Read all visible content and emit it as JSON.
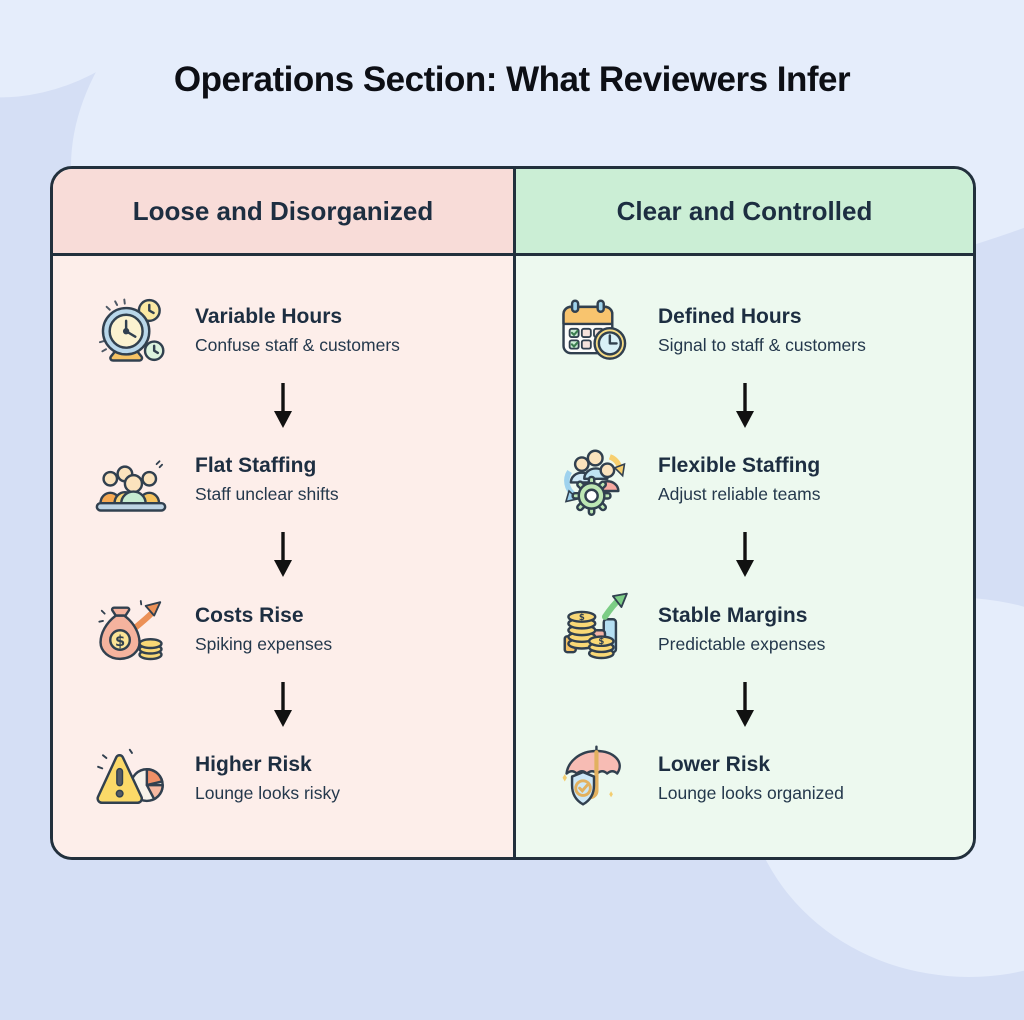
{
  "title": "Operations Section: What Reviewers Infer",
  "table": {
    "left_column": {
      "header": "Loose and Disorganized",
      "items": [
        {
          "icon": "alarm-clock-icon",
          "title": "Variable Hours",
          "subtitle": "Confuse staff & customers"
        },
        {
          "icon": "staff-group-icon",
          "title": "Flat Staffing",
          "subtitle": "Staff unclear shifts"
        },
        {
          "icon": "money-bag-icon",
          "title": "Costs Rise",
          "subtitle": "Spiking expenses"
        },
        {
          "icon": "warning-pie-icon",
          "title": "Higher Risk",
          "subtitle": "Lounge looks risky"
        }
      ]
    },
    "right_column": {
      "header": "Clear and Controlled",
      "items": [
        {
          "icon": "calendar-clock-icon",
          "title": "Defined Hours",
          "subtitle": "Signal to staff & customers"
        },
        {
          "icon": "team-gear-icon",
          "title": "Flexible Staffing",
          "subtitle": "Adjust reliable teams"
        },
        {
          "icon": "coins-growth-icon",
          "title": "Stable Margins",
          "subtitle": "Predictable expenses"
        },
        {
          "icon": "umbrella-shield-icon",
          "title": "Lower Risk",
          "subtitle": "Lounge looks organized"
        }
      ]
    }
  },
  "colors": {
    "background": "#d5dff5",
    "background_highlight": "#e5edfb",
    "border": "#22303c",
    "title_text": "#0d0f15",
    "heading_text": "#1d2e41",
    "left_header_bg": "#f8dcd8",
    "left_body_bg": "#fdeeea",
    "right_header_bg": "#cbeed5",
    "right_body_bg": "#edf9ef",
    "arrow": "#111111"
  }
}
